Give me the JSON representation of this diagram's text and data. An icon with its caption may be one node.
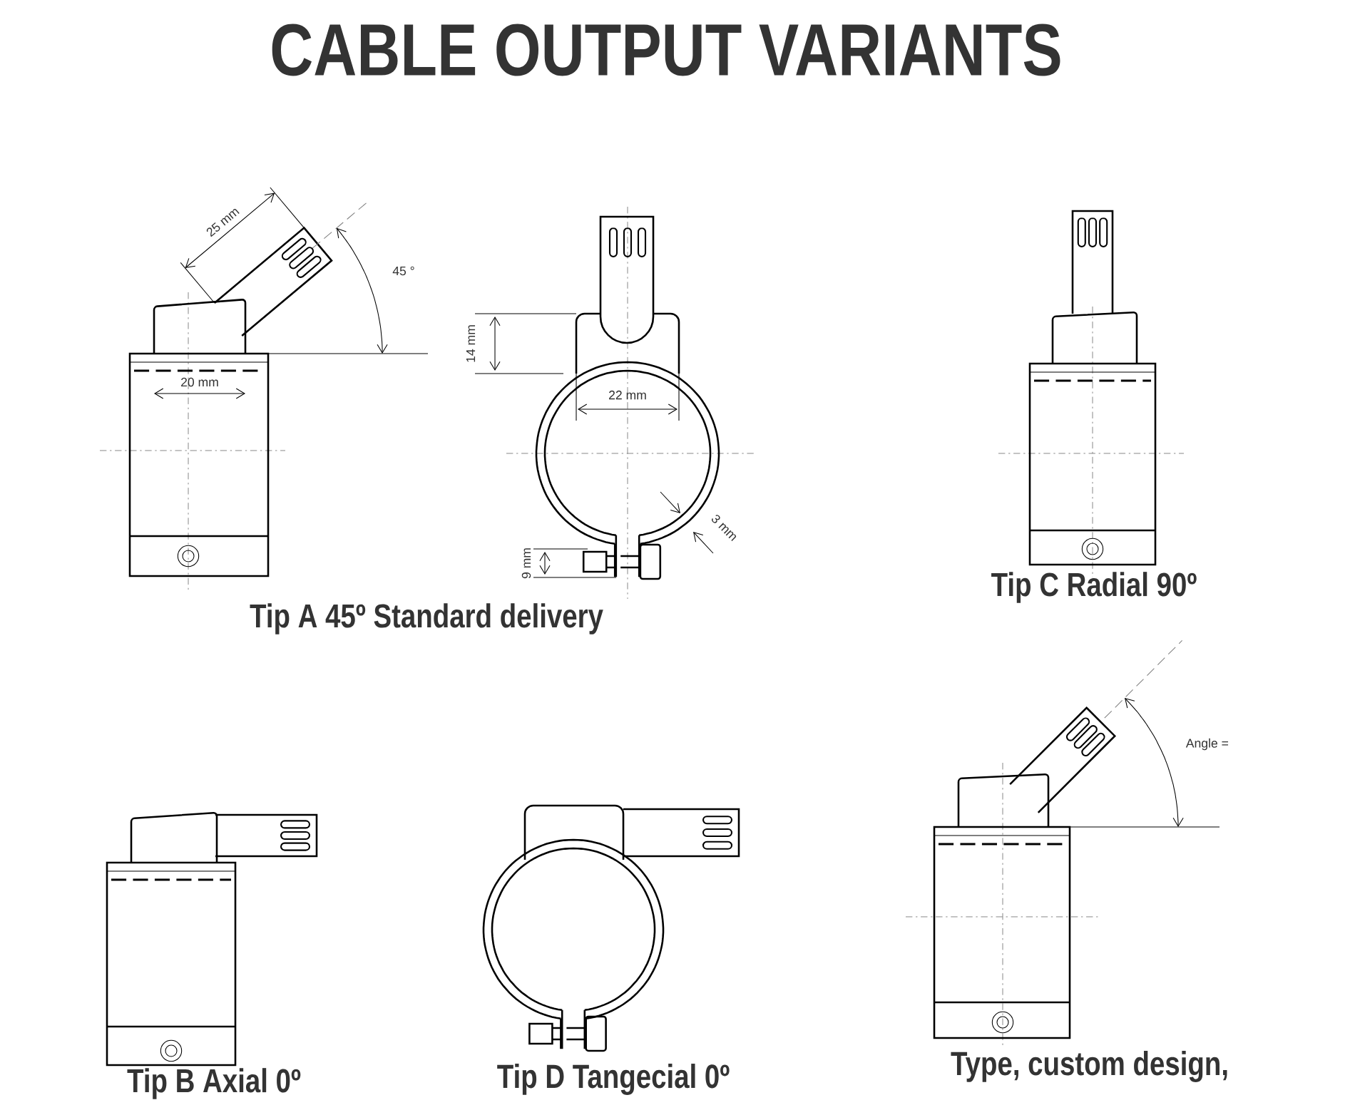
{
  "diagram": {
    "title": "CABLE OUTPUT VARIANTS",
    "labels": [
      "25 mm",
      "45 °",
      "20 mm",
      "14 mm",
      "22 mm",
      "3 mm",
      "9 mm",
      "Tip A 45º Standard delivery",
      "Tip C Radial 90º",
      "Angle =",
      "Tip B Axial 0º",
      "Tip D Tangecial 0º",
      "Type, custom design,"
    ]
  }
}
